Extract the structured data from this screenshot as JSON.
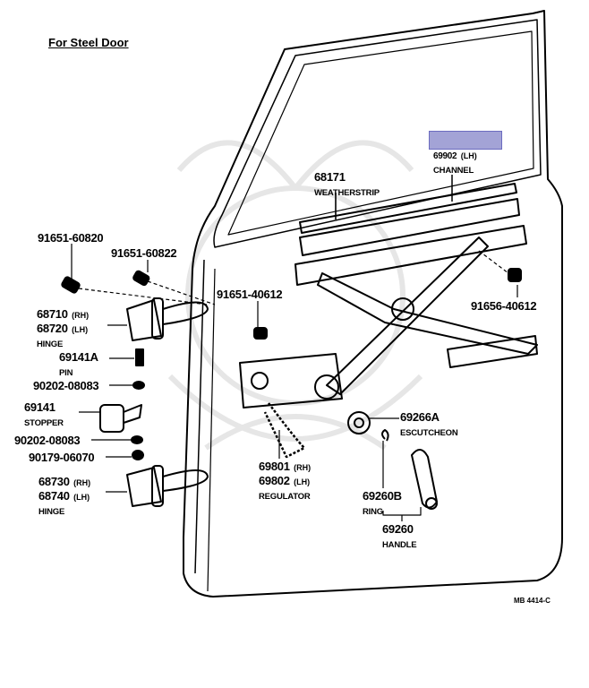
{
  "title": "For Steel Door",
  "figure_code": "MB 4414-C",
  "parts": {
    "channel": {
      "number": "69902",
      "side": "(LH)",
      "name": "CHANNEL"
    },
    "weatherstrip": {
      "number": "68171",
      "name": "WEATHERSTRIP"
    },
    "bolt_60820": {
      "number": "91651-60820"
    },
    "bolt_60822": {
      "number": "91651-60822"
    },
    "bolt_40612": {
      "number": "91651-40612"
    },
    "bolt_91656": {
      "number": "91656-40612"
    },
    "upper_hinge": {
      "rh": "68710",
      "rh_tag": "(RH)",
      "lh": "68720",
      "lh_tag": "(LH)",
      "name": "HINGE"
    },
    "pin": {
      "number": "69141A",
      "name": "PIN"
    },
    "washer_1": {
      "number": "90202-08083"
    },
    "stopper": {
      "number": "69141",
      "name": "STOPPER"
    },
    "washer_2": {
      "number": "90202-08083"
    },
    "nut": {
      "number": "90179-06070"
    },
    "lower_hinge": {
      "rh": "68730",
      "rh_tag": "(RH)",
      "lh": "68740",
      "lh_tag": "(LH)",
      "name": "HINGE"
    },
    "regulator": {
      "rh": "69801",
      "rh_tag": "(RH)",
      "lh": "69802",
      "lh_tag": "(LH)",
      "name": "REGULATOR"
    },
    "escutcheon": {
      "number": "69266A",
      "name": "ESCUTCHEON"
    },
    "ring": {
      "number": "69260B",
      "name": "RING"
    },
    "handle": {
      "number": "69260",
      "name": "HANDLE"
    }
  },
  "redaction_color": "#a3a3d6"
}
